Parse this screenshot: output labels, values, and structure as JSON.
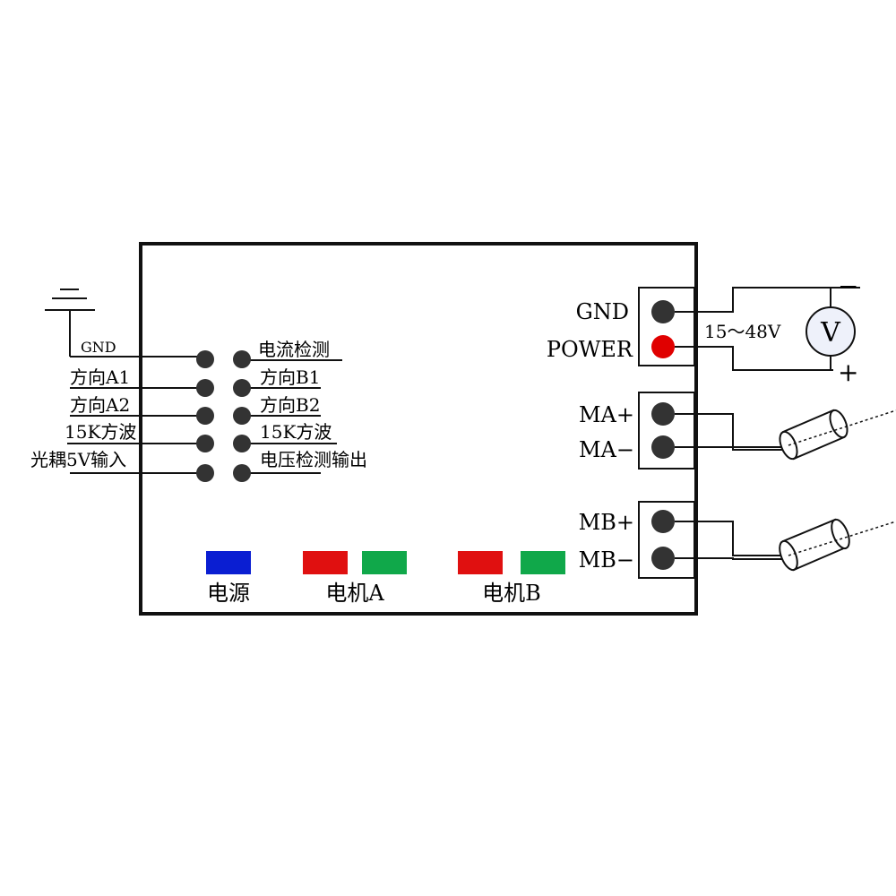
{
  "left_pins": {
    "left_labels": [
      "GND",
      "方向A1",
      "方向A2",
      "15K方波",
      "光耦5V输入"
    ],
    "right_labels": [
      "电流检测",
      "方向B1",
      "方向B2",
      "15K方波",
      "电压检测输出"
    ]
  },
  "power_terminal": {
    "gnd": "GND",
    "power": "POWER"
  },
  "supply": {
    "voltage": "15～48V",
    "meter": "V",
    "minus": "−",
    "plus": "+"
  },
  "motor_a_terminal": {
    "plus": "MA+",
    "minus": "MA−"
  },
  "motor_b_terminal": {
    "plus": "MB+",
    "minus": "MB−"
  },
  "indicators": [
    {
      "label": "电源",
      "colors": [
        "#0a1ed2"
      ]
    },
    {
      "label": "电机A",
      "colors": [
        "#e01010",
        "#10a84a"
      ]
    },
    {
      "label": "电机B",
      "colors": [
        "#e01010",
        "#10a84a"
      ]
    }
  ],
  "colors": {
    "pin": "#333333",
    "power_pin": "#e00000",
    "meter_fill": "#eef1fa"
  }
}
